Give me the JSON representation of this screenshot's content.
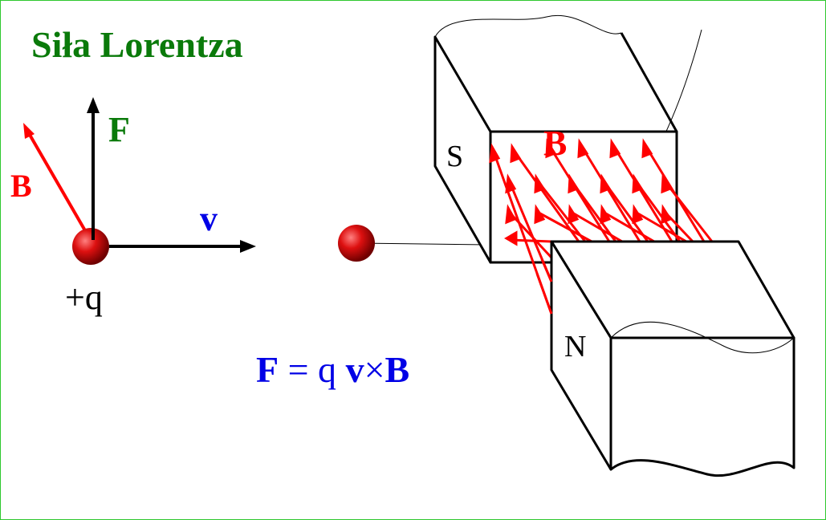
{
  "title": "Siła Lorentza",
  "vectors": {
    "force": "F",
    "field": "B",
    "velocity": "v",
    "charge": "+q"
  },
  "magnet": {
    "south_pole": "S",
    "north_pole": "N",
    "field_label": "B"
  },
  "formula": {
    "lhs": "F",
    "eq": " = q ",
    "v": "v",
    "times": "×",
    "rhs": "B"
  },
  "colors": {
    "title": "#0a7a0a",
    "force": "#0a7a0a",
    "field": "#ff0000",
    "velocity": "#0000e6",
    "formula": "#0000e6",
    "charge_ball": "#cc0000",
    "border": "#2ec82e"
  }
}
